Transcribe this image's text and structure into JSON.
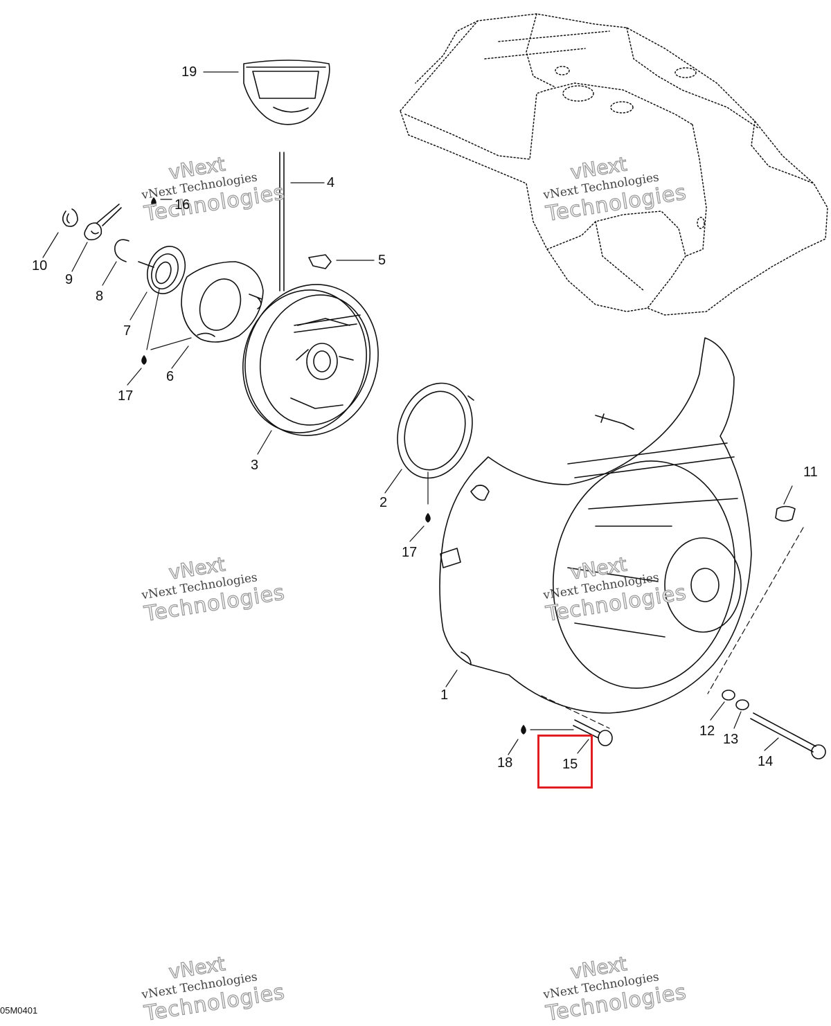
{
  "diagram": {
    "drawing_code": "05M0401",
    "highlight_color": "#e01e22",
    "highlighted_part": "15",
    "callouts": {
      "c1": "1",
      "c2": "2",
      "c3": "3",
      "c4": "4",
      "c5": "5",
      "c6": "6",
      "c7": "7",
      "c8": "8",
      "c9": "9",
      "c10": "10",
      "c11": "11",
      "c12": "12",
      "c13": "13",
      "c14": "14",
      "c15": "15",
      "c16": "16",
      "c17a": "17",
      "c17b": "17",
      "c18": "18",
      "c19": "19"
    },
    "watermark": {
      "line0": "vNext",
      "line1": "vNext Technologies",
      "line2": "Technologies"
    }
  }
}
